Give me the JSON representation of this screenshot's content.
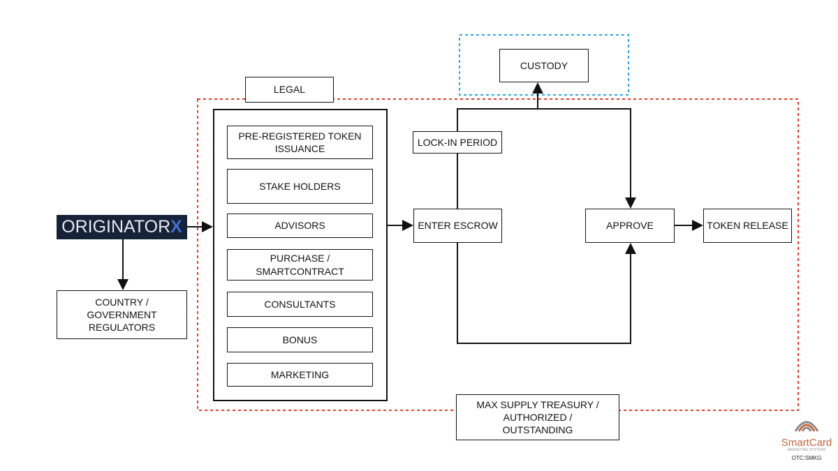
{
  "logo": {
    "text": "ORIGINATOR",
    "accent": "X",
    "bg": "#162238",
    "accent_color": "#3f6fd1"
  },
  "nodes": {
    "country": "COUNTRY / GOVERNMENT REGULATORS",
    "legal": "LEGAL",
    "legal_items": [
      "PRE-REGISTERED TOKEN ISSUANCE",
      "STAKE HOLDERS",
      "ADVISORS",
      "PURCHASE / SMARTCONTRACT",
      "CONSULTANTS",
      "BONUS",
      "MARKETING"
    ],
    "custody": "CUSTODY",
    "lockin": "LOCK-IN PERIOD",
    "escrow": "ENTER ESCROW",
    "approve": "APPROVE",
    "release": "TOKEN RELEASE",
    "treasury": "MAX SUPPLY TREASURY / AUTHORIZED / OUTSTANDING"
  },
  "colors": {
    "red_boundary": "#e8392b",
    "blue_boundary": "#2aa6de"
  },
  "brand": {
    "name": "SmartCard",
    "sub": "MARKETING SYSTEMS",
    "ticker": "OTC:SMKG",
    "color": "#c8643a"
  }
}
